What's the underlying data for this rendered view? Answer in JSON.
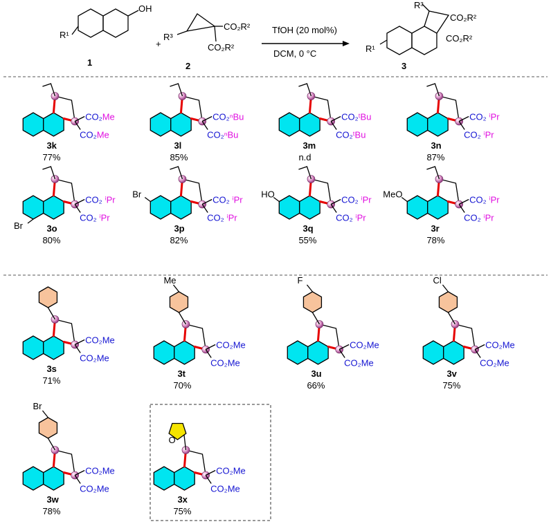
{
  "scheme": {
    "reactant1_label": "1",
    "reactant2_label": "2",
    "product_label": "3",
    "plus": "+",
    "reagent": "TfOH (20 mol%)",
    "conditions": "DCM, 0 °C",
    "oh": "OH",
    "r1": "R¹",
    "r2": "CO₂R²",
    "r3": "R³"
  },
  "colors": {
    "naphthalene_fill": "#00e5f0",
    "phenyl_fill": "#f7c39c",
    "furan_fill": "#f5e400",
    "ester_blue": "#1414d2",
    "ester_magenta": "#e010e0",
    "new_bond_red": "#e60000",
    "atom_sphere": "#d98fc8"
  },
  "compounds": [
    {
      "id": "3k",
      "yield": "77%",
      "r3": "vinyl",
      "ester": "Me",
      "sub_text": "",
      "sub_pos": ""
    },
    {
      "id": "3l",
      "yield": "85%",
      "r3": "vinyl",
      "ester": "ⁿBu",
      "sub_text": "",
      "sub_pos": ""
    },
    {
      "id": "3m",
      "yield": "n.d",
      "r3": "vinyl",
      "ester": "ᵗBu",
      "sub_text": "",
      "sub_pos": ""
    },
    {
      "id": "3n",
      "yield": "87%",
      "r3": "vinyl",
      "ester": "ⁱPr",
      "sub_text": "",
      "sub_pos": ""
    },
    {
      "id": "3o",
      "yield": "80%",
      "r3": "vinyl",
      "ester": "ⁱPr",
      "sub_text": "Br",
      "sub_pos": "bottom"
    },
    {
      "id": "3p",
      "yield": "82%",
      "r3": "vinyl",
      "ester": "ⁱPr",
      "sub_text": "Br",
      "sub_pos": "top"
    },
    {
      "id": "3q",
      "yield": "55%",
      "r3": "vinyl",
      "ester": "ⁱPr",
      "sub_text": "HO",
      "sub_pos": "top"
    },
    {
      "id": "3r",
      "yield": "78%",
      "r3": "vinyl",
      "ester": "ⁱPr",
      "sub_text": "MeO",
      "sub_pos": "top"
    },
    {
      "id": "3s",
      "yield": "71%",
      "r3": "phenyl",
      "ester": "Me",
      "aryl_sub": ""
    },
    {
      "id": "3t",
      "yield": "70%",
      "r3": "phenyl",
      "ester": "Me",
      "aryl_sub": "Me"
    },
    {
      "id": "3u",
      "yield": "66%",
      "r3": "phenyl",
      "ester": "Me",
      "aryl_sub": "F"
    },
    {
      "id": "3v",
      "yield": "75%",
      "r3": "phenyl",
      "ester": "Me",
      "aryl_sub": "Cl"
    },
    {
      "id": "3w",
      "yield": "78%",
      "r3": "phenyl",
      "ester": "Me",
      "aryl_sub": "Br"
    },
    {
      "id": "3x",
      "yield": "75%",
      "r3": "furyl",
      "ester": "Me",
      "aryl_sub": "O"
    }
  ]
}
